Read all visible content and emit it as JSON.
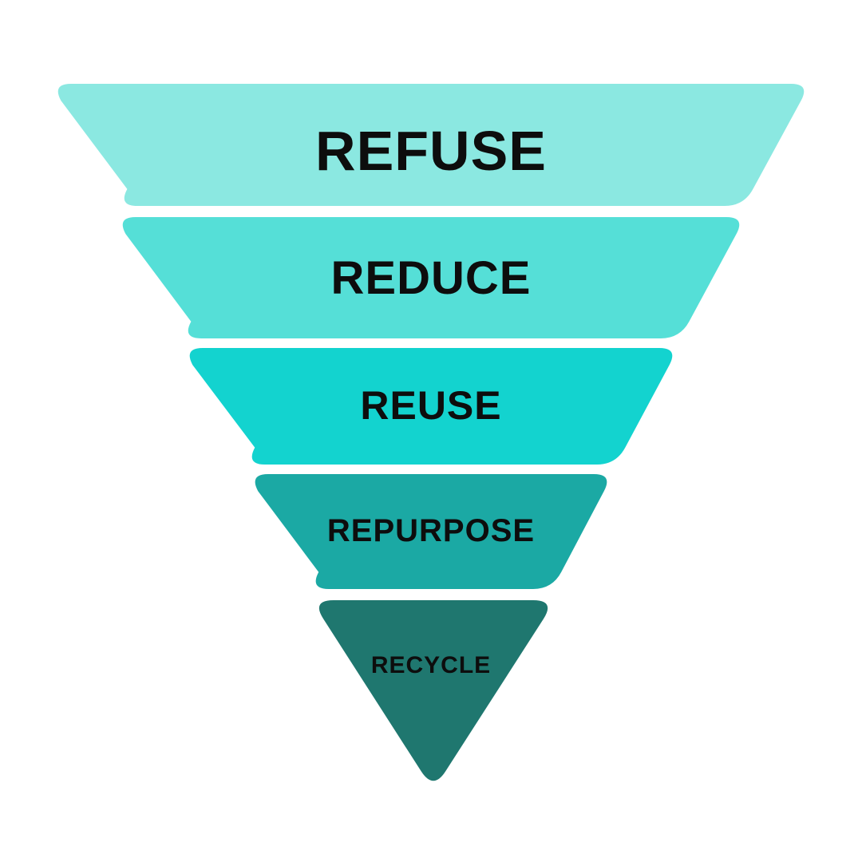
{
  "diagram": {
    "type": "inverted-funnel",
    "background": "#FFFFFF",
    "text_color": "#0D0D0D",
    "levels": [
      {
        "label": "REFUSE",
        "color": "#8BE8E1"
      },
      {
        "label": "REDUCE",
        "color": "#55DFD7"
      },
      {
        "label": "REUSE",
        "color": "#13D3CF"
      },
      {
        "label": "REPURPOSE",
        "color": "#1BA9A4"
      },
      {
        "label": "RECYCLE",
        "color": "#1F776F"
      }
    ]
  }
}
